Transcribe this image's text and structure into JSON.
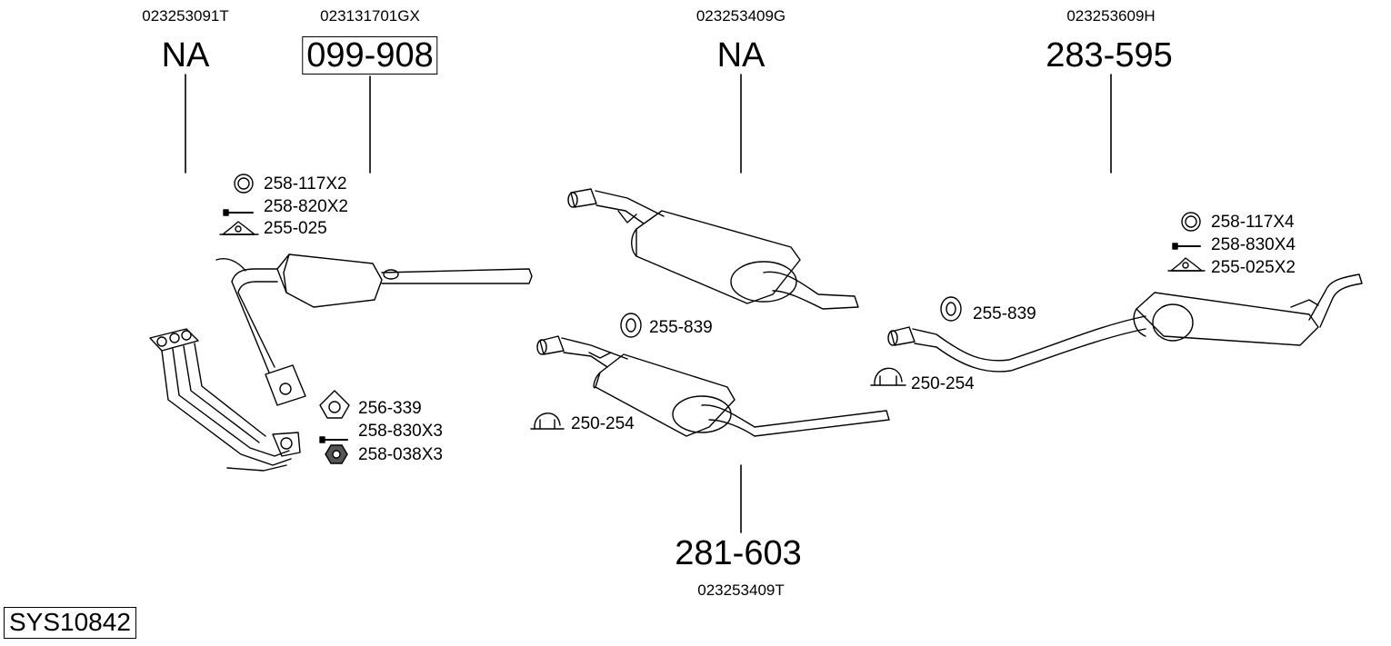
{
  "system_code": "SYS10842",
  "oem_numbers": {
    "front_pipe": "023253091T",
    "catalytic_converter": "023131701GX",
    "middle_silencer": "023253409G",
    "rear_silencer": "023253609H",
    "middle_silencer_alt": "023253409T"
  },
  "part_numbers": {
    "front_pipe": "NA",
    "catalytic_converter": "099-908",
    "middle_silencer": "NA",
    "rear_silencer": "283-595",
    "middle_silencer_alt": "281-603"
  },
  "accessories": {
    "cat_ring": "258-117X2",
    "cat_bolt": "258-820X2",
    "cat_hanger": "255-025",
    "fp_gasket": "256-339",
    "fp_bolt": "258-830X3",
    "fp_nut": "258-038X3",
    "mid_ring": "255-839",
    "mid_clamp": "250-254",
    "rear_ring": "255-839",
    "rear_clamp": "250-254",
    "rear_flange_ring": "258-117X4",
    "rear_bolt": "258-830X4",
    "rear_hanger": "255-025X2"
  },
  "icons": {
    "ring": "ring-icon",
    "bolt": "bolt-icon",
    "hanger": "hanger-icon",
    "gasket": "gasket-icon",
    "nut": "nut-icon",
    "clamp": "clamp-icon",
    "rubber_ring": "rubber-ring-icon"
  }
}
